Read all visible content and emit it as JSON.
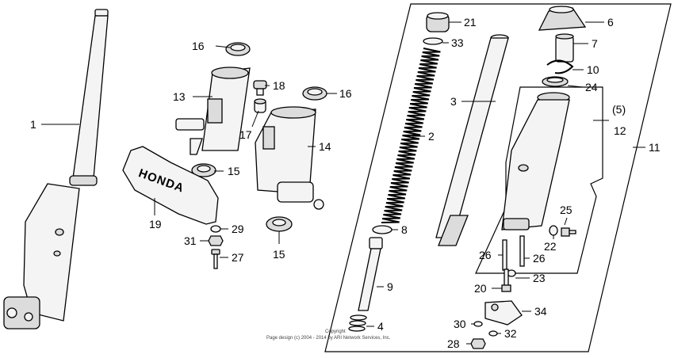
{
  "diagram": {
    "callouts": {
      "p1": "1",
      "p2": "2",
      "p3": "3",
      "p4": "4",
      "p5": "(5)",
      "p6": "6",
      "p7": "7",
      "p8": "8",
      "p9": "9",
      "p10": "10",
      "p11": "11",
      "p12": "12",
      "p13": "13",
      "p14": "14",
      "p15a": "15",
      "p15b": "15",
      "p16a": "16",
      "p16b": "16",
      "p17": "17",
      "p18": "18",
      "p19": "19",
      "p20": "20",
      "p21": "21",
      "p22": "22",
      "p23": "23",
      "p24": "24",
      "p25": "25",
      "p26a": "26",
      "p26b": "26",
      "p27": "27",
      "p28": "28",
      "p29": "29",
      "p30": "30",
      "p31": "31",
      "p32": "32",
      "p33": "33",
      "p34": "34"
    },
    "emblem_text": "HONDA",
    "copyright_line1": "Copyright",
    "copyright_line2": "Page design (c) 2004 - 2014 by ARI Network Services, Inc."
  }
}
